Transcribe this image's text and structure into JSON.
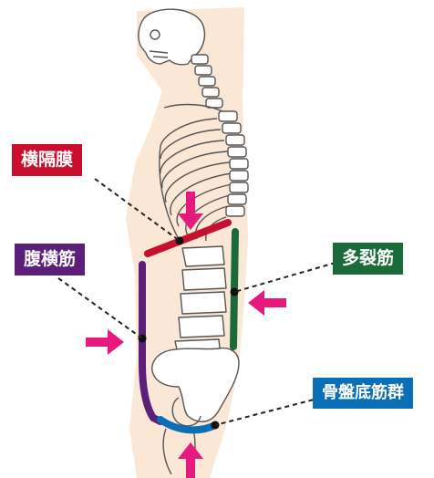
{
  "labels": {
    "diaphragm": "横隔膜",
    "transverse_abdominis": "腹横筋",
    "multifidus": "多裂筋",
    "pelvic_floor": "骨盤底筋群"
  },
  "colors": {
    "diaphragm": "#c8102e",
    "transverse_abdominis": "#5b1f7a",
    "multifidus": "#1b6b3a",
    "pelvic_floor": "#0b6fb8",
    "arrow": "#e6197f",
    "body_fill": "#fbe7d6",
    "bone_stroke": "#555555",
    "leader": "#222222"
  },
  "icons": [
    "skeleton-illustration",
    "pressure-arrow-icon"
  ]
}
